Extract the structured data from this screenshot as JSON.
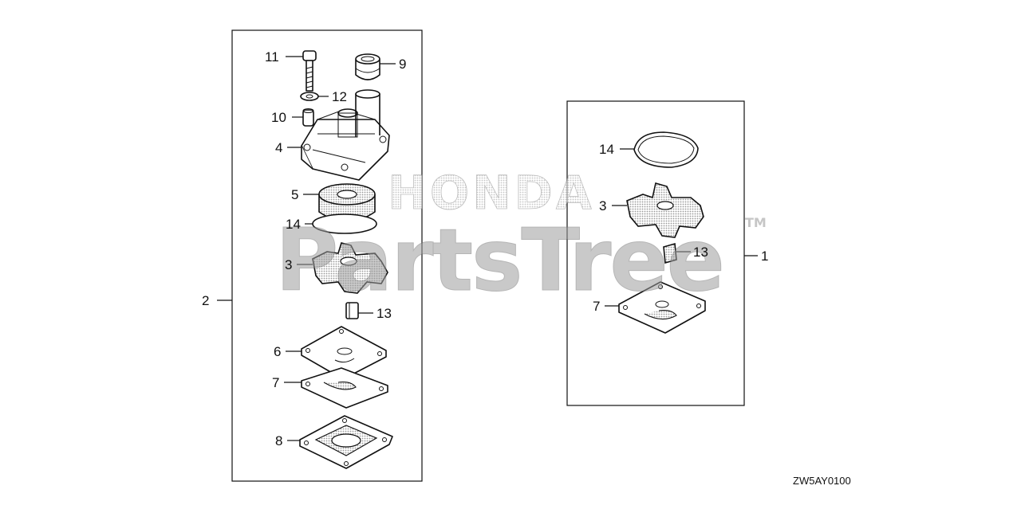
{
  "watermark": {
    "top": "HONDA",
    "main": "PartsTree",
    "tm": "TM"
  },
  "diagram_code": "ZW5AY0100",
  "assemblies": [
    {
      "id": "1",
      "label": "1"
    },
    {
      "id": "2",
      "label": "2"
    }
  ],
  "left_callouts": {
    "c11": "11",
    "c9": "9",
    "c12": "12",
    "c10": "10",
    "c4": "4",
    "c5": "5",
    "c14": "14",
    "c3": "3",
    "c13": "13",
    "c6": "6",
    "c7": "7",
    "c8": "8"
  },
  "right_callouts": {
    "c14": "14",
    "c3": "3",
    "c13": "13",
    "c7": "7"
  },
  "colors": {
    "line": "#111111",
    "watermark": "#bdbdbd",
    "background": "#ffffff"
  }
}
